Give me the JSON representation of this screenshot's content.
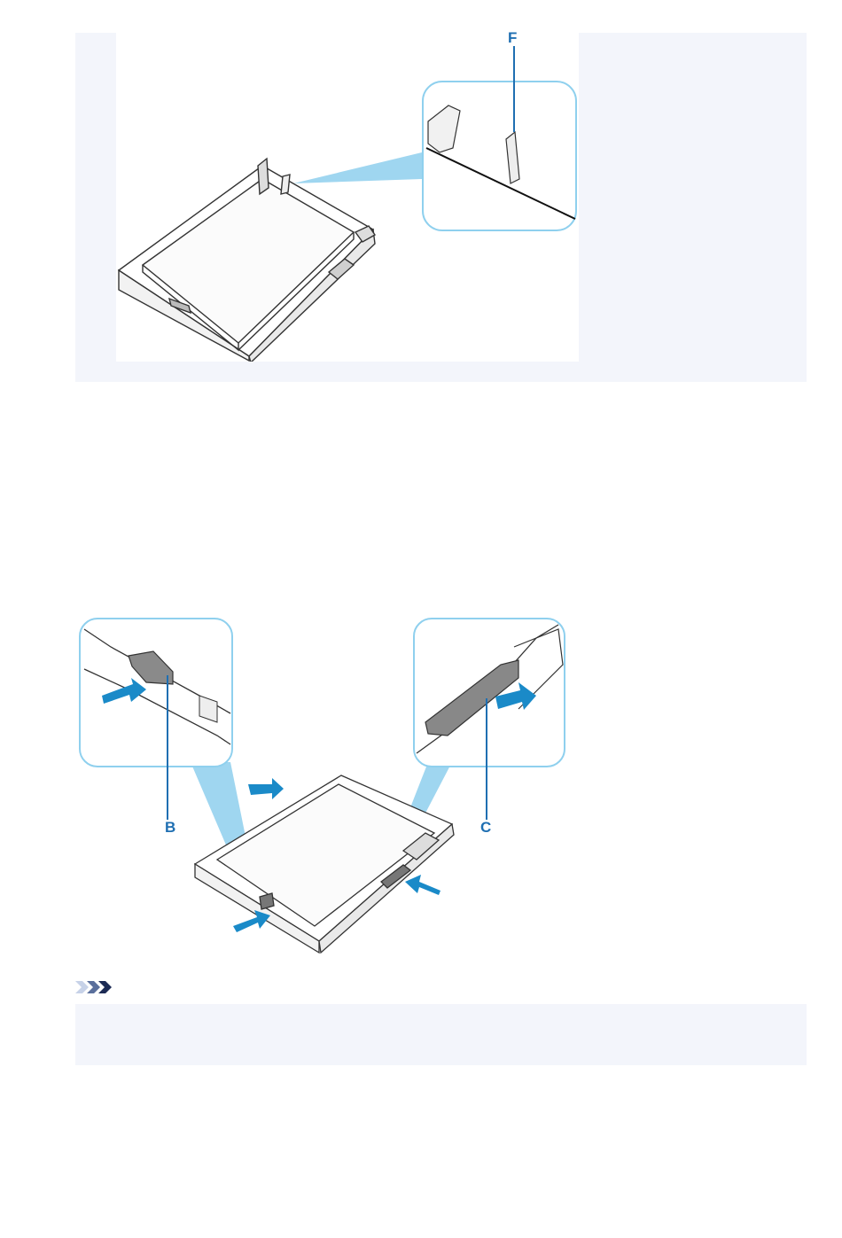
{
  "figure_top": {
    "callout": "F"
  },
  "figure_bottom": {
    "callout_left": "B",
    "callout_right": "C"
  },
  "note": {
    "icon": "note-chevrons-icon"
  },
  "colors": {
    "accent": "#1f6fb2",
    "arrow": "#1a8ac8",
    "zoom_border": "#8fd0ee",
    "beam": "#7fc8ec",
    "panel_bg": "#f3f5fb"
  }
}
